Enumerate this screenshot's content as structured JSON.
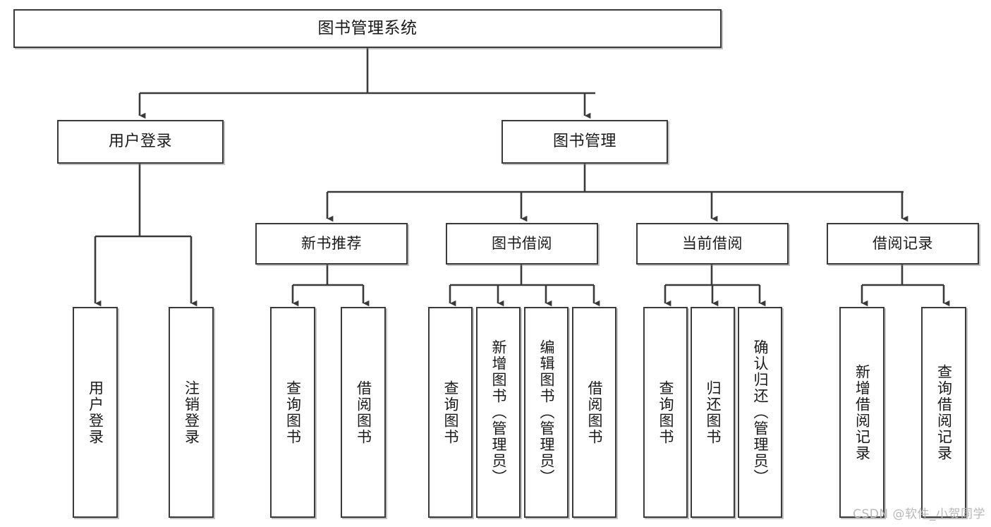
{
  "diagram": {
    "title": "图书管理系统",
    "type": "tree",
    "orientation": "top-down",
    "watermark": "CSDN @软件_小贺同学",
    "colors": {
      "box_border": "#3a3a3a",
      "box_fill": "#ffffff",
      "connector": "#3a3a3a",
      "text": "#1a1a1a",
      "watermark": "#b8b8b8",
      "background": "#ffffff"
    },
    "nodes": {
      "root": {
        "label": "图书管理系统"
      },
      "level2": [
        {
          "id": "user-login",
          "label": "用户登录"
        },
        {
          "id": "book-manage",
          "label": "图书管理"
        }
      ],
      "level3": [
        {
          "id": "new-book-recommend",
          "label": "新书推荐"
        },
        {
          "id": "book-borrow",
          "label": "图书借阅"
        },
        {
          "id": "current-borrow",
          "label": "当前借阅"
        },
        {
          "id": "borrow-record",
          "label": "借阅记录"
        }
      ],
      "leaves": {
        "user-login": [
          {
            "id": "leaf-user-login",
            "label": "用户登录"
          },
          {
            "id": "leaf-logout",
            "label": "注销登录"
          }
        ],
        "new-book-recommend": [
          {
            "id": "leaf-query-book-1",
            "label": "查询图书"
          },
          {
            "id": "leaf-borrow-book-1",
            "label": "借阅图书"
          }
        ],
        "book-borrow": [
          {
            "id": "leaf-query-book-2",
            "label": "查询图书"
          },
          {
            "id": "leaf-add-book",
            "label": "新增图书（管理员）"
          },
          {
            "id": "leaf-edit-book",
            "label": "编辑图书（管理员）"
          },
          {
            "id": "leaf-borrow-book-2",
            "label": "借阅图书"
          }
        ],
        "current-borrow": [
          {
            "id": "leaf-query-book-3",
            "label": "查询图书"
          },
          {
            "id": "leaf-return-book",
            "label": "归还图书"
          },
          {
            "id": "leaf-confirm-return",
            "label": "确认归还（管理员）"
          }
        ],
        "borrow-record": [
          {
            "id": "leaf-add-record",
            "label": "新增借阅记录"
          },
          {
            "id": "leaf-query-record",
            "label": "查询借阅记录"
          }
        ]
      }
    }
  }
}
